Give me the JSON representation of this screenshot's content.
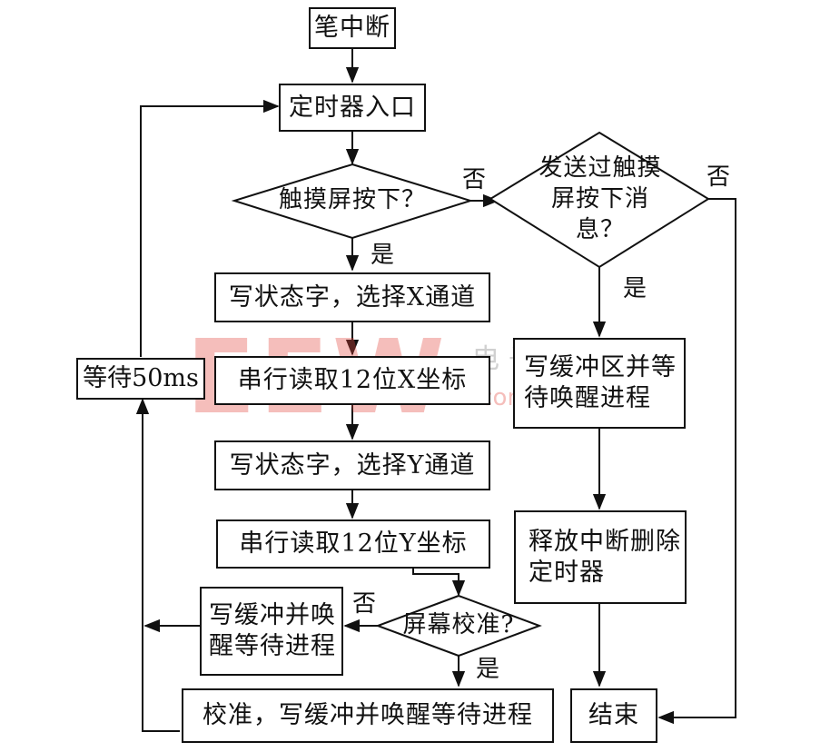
{
  "nodes": {
    "start": "笔中断",
    "timer_entry": "定时器入口",
    "touch_pressed": "触摸屏按下？",
    "msg_sent": "发送过触摸屏按下消息？",
    "write_status_x": "写状态字，选择X通道",
    "read_x": "串行读取12位X坐标",
    "write_status_y": "写状态字，选择Y通道",
    "read_y": "串行读取12位Y坐标",
    "calibrated": "屏幕校准?",
    "write_buffer_wake": "写缓冲并唤醒等待进程",
    "calibrate_write": "校准，写缓冲并唤醒等待进程",
    "wait_50ms": "等待50ms",
    "write_buffer_wait": "写缓冲区并等待唤醒进程",
    "release_interrupt": "释放中断删除定时器",
    "end": "结束"
  },
  "edge_labels": {
    "touch_no": "否",
    "touch_yes": "是",
    "msg_no": "否",
    "msg_yes": "是",
    "calib_no": "否",
    "calib_yes": "是"
  },
  "watermark": {
    "brand": "EEW",
    "cn": "电子产品世界",
    "url": ".com.cn",
    "color": "#e1463c"
  }
}
